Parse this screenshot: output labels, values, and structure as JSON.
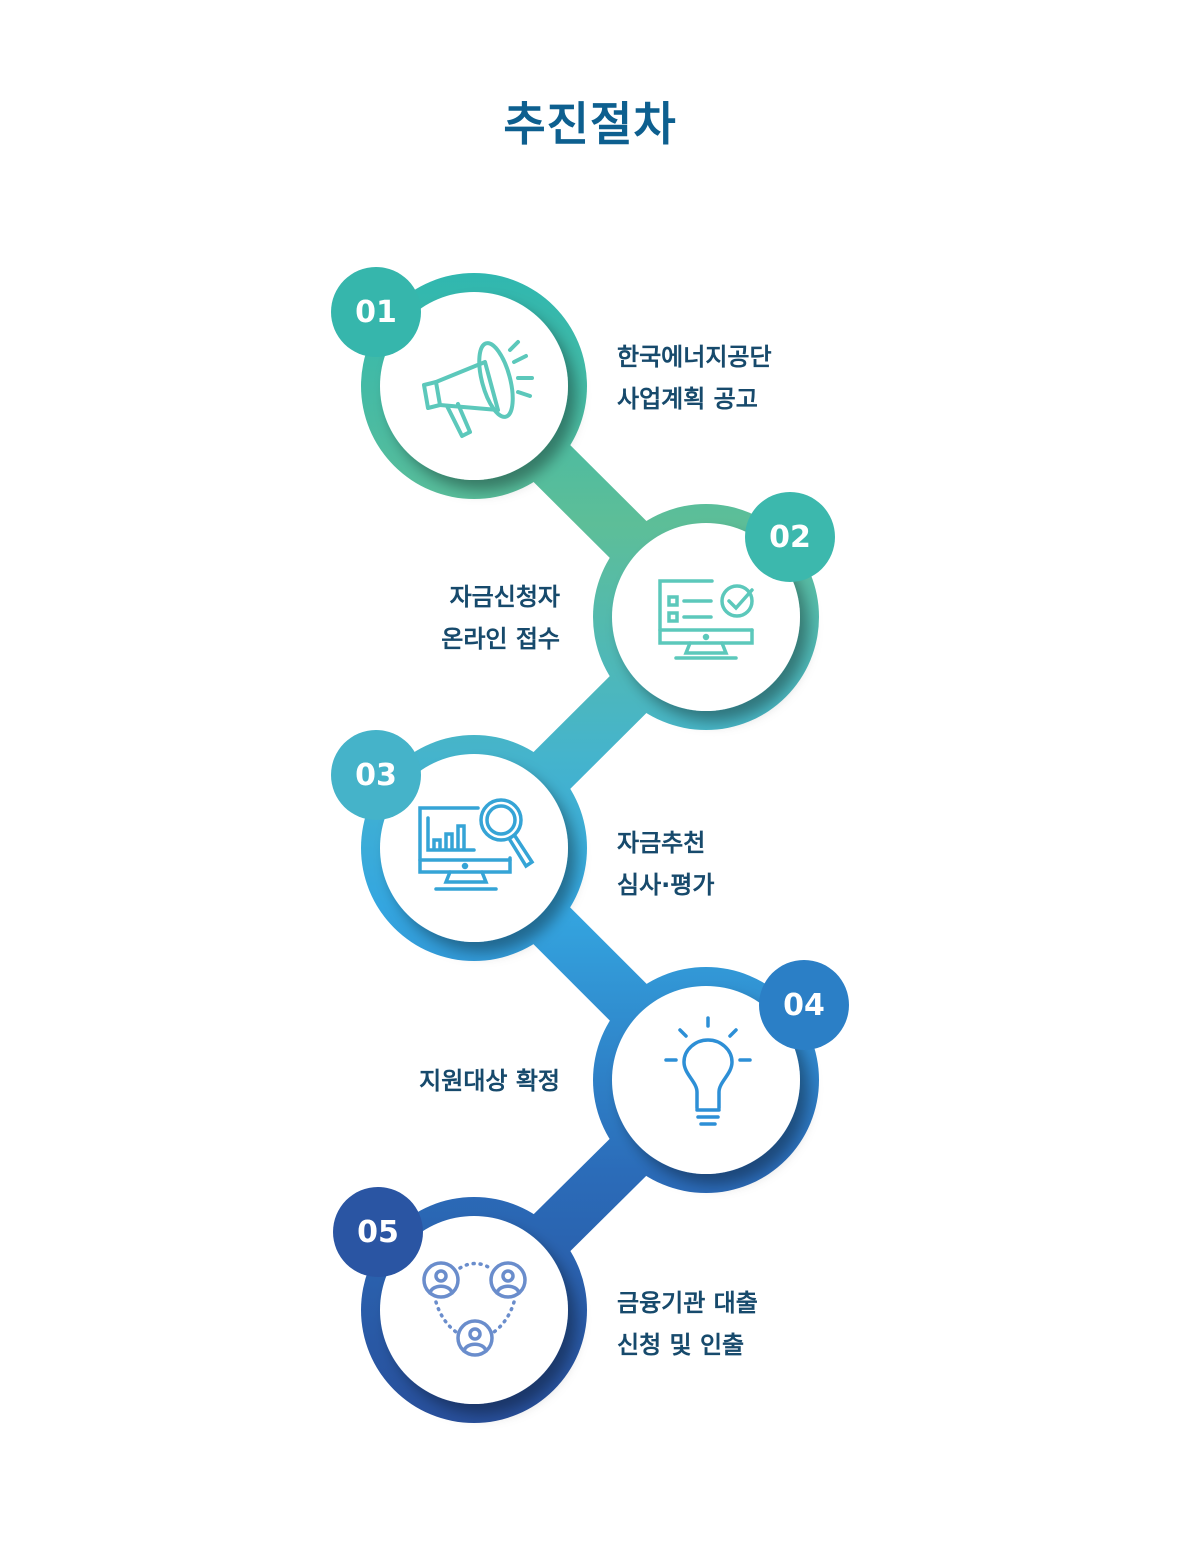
{
  "title": "추진절차",
  "steps": [
    {
      "number": "01",
      "lines": [
        "한국에너지공단",
        "사업계획 공고"
      ],
      "icon": "megaphone-icon",
      "color": "#36b6ac"
    },
    {
      "number": "02",
      "lines": [
        "자금신청자",
        "온라인 접수"
      ],
      "icon": "monitor-checklist-icon",
      "color": "#3cb8ad"
    },
    {
      "number": "03",
      "lines": [
        "자금추천",
        "심사·평가"
      ],
      "icon": "monitor-chart-magnifier-icon",
      "color": "#45b3c9"
    },
    {
      "number": "04",
      "lines": [
        "지원대상 확정"
      ],
      "icon": "lightbulb-icon",
      "color": "#2b7fc6"
    },
    {
      "number": "05",
      "lines": [
        "금융기관 대출",
        "신청 및 인출"
      ],
      "icon": "people-network-icon",
      "color": "#2a55a3"
    }
  ]
}
